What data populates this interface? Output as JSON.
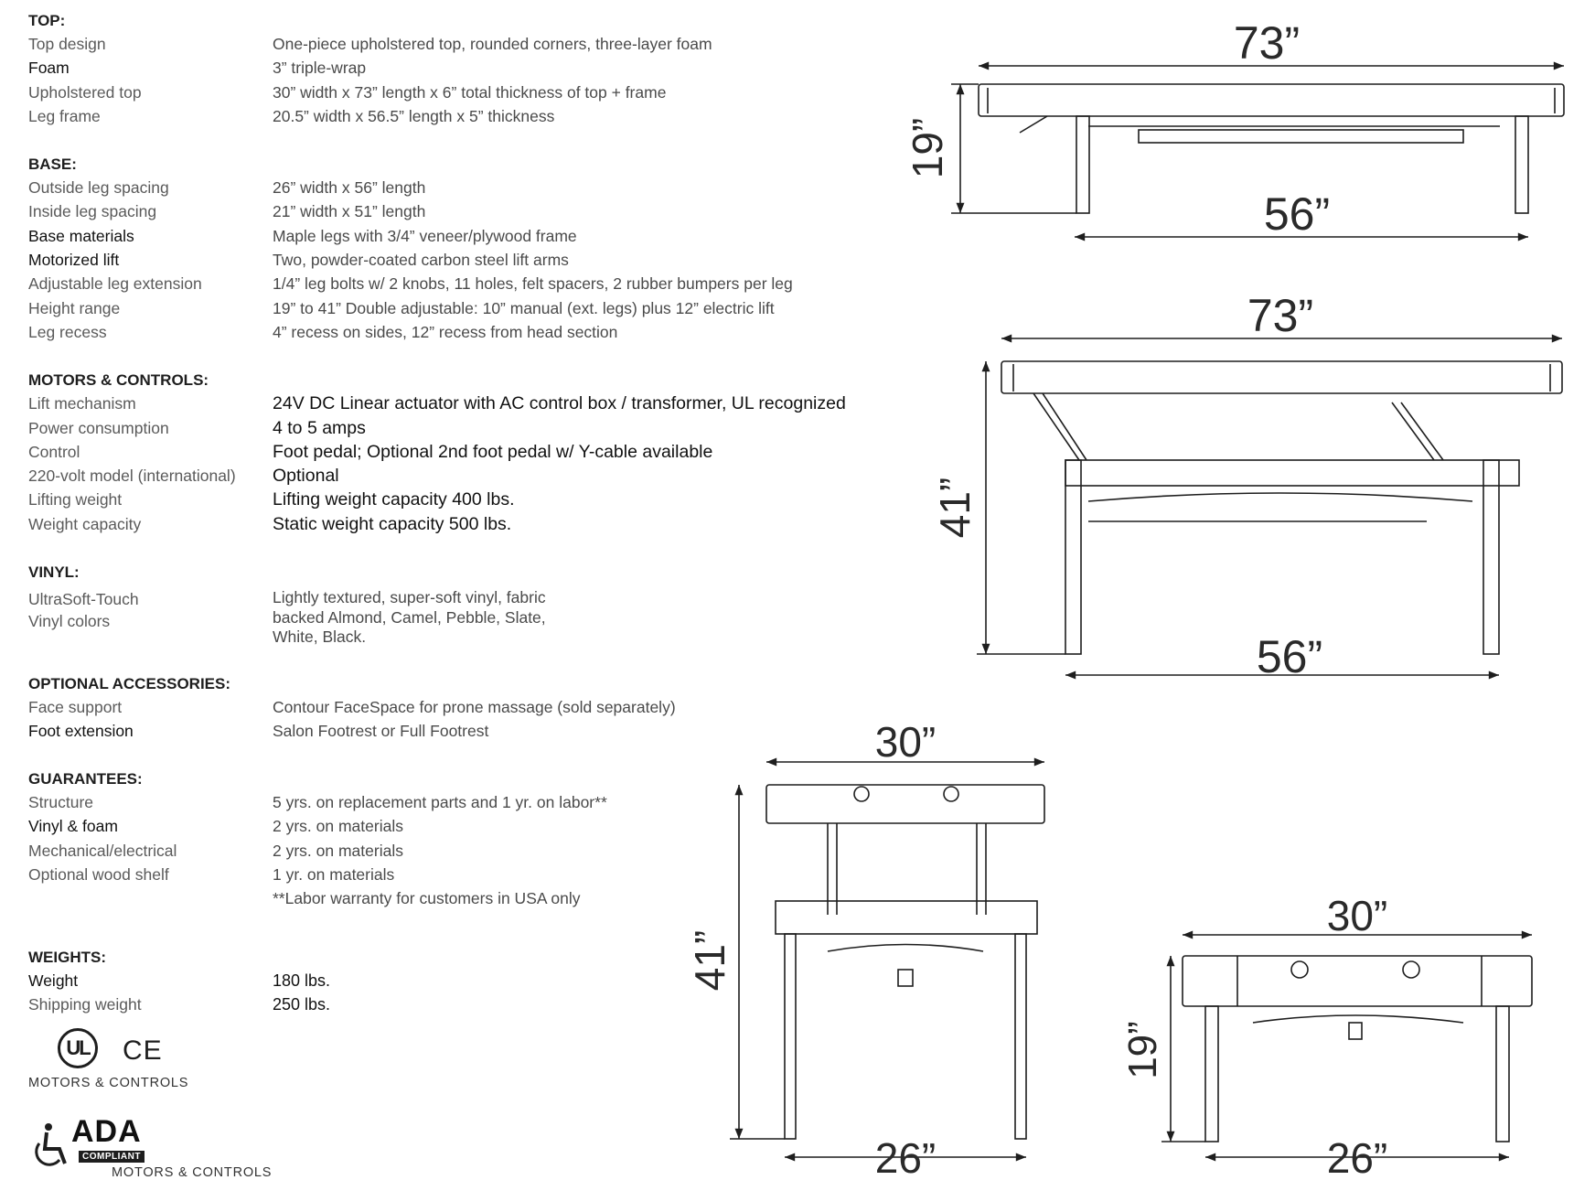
{
  "sections": {
    "top": {
      "title": "TOP:",
      "rows": [
        {
          "label": "Top design",
          "value": "One-piece upholstered top, rounded corners, three-layer foam"
        },
        {
          "label": "Foam",
          "value": "3” triple-wrap"
        },
        {
          "label": "Upholstered top",
          "value": "30” width x 73” length x 6” total thickness of top + frame"
        },
        {
          "label": "Leg frame",
          "value": "20.5” width x 56.5” length x 5” thickness"
        }
      ]
    },
    "base": {
      "title": "BASE:",
      "rows": [
        {
          "label": "Outside leg spacing",
          "value": "26” width x 56” length"
        },
        {
          "label": "Inside leg spacing",
          "value": "21” width x 51” length"
        },
        {
          "label": "Base materials",
          "value": "Maple legs with 3/4” veneer/plywood frame"
        },
        {
          "label": "Motorized lift",
          "value": "Two, powder-coated carbon steel lift arms"
        },
        {
          "label": "Adjustable leg extension",
          "value": "1/4” leg bolts w/ 2 knobs, 11 holes, felt spacers, 2 rubber bumpers per leg"
        },
        {
          "label": "Height range",
          "value": "19” to 41” Double adjustable: 10” manual (ext. legs) plus 12” electric lift"
        },
        {
          "label": "Leg recess",
          "value": "4” recess on sides, 12” recess from head section"
        }
      ]
    },
    "motors": {
      "title": "MOTORS & CONTROLS:",
      "rows": [
        {
          "label": "Lift mechanism",
          "value": "24V DC Linear actuator with AC control box / transformer, UL recognized"
        },
        {
          "label": "Power consumption",
          "value": "4 to 5 amps"
        },
        {
          "label": "Control",
          "value": "Foot pedal; Optional 2nd foot pedal w/ Y-cable available"
        },
        {
          "label": "220-volt model (international)",
          "value": "Optional"
        },
        {
          "label": "Lifting weight",
          "value": "Lifting weight capacity 400 lbs."
        },
        {
          "label": "Weight capacity",
          "value": "Static weight capacity 500 lbs."
        }
      ]
    },
    "vinyl": {
      "title": "VINYL:",
      "labels": [
        "UltraSoft-Touch",
        "Vinyl colors"
      ],
      "value_lines": [
        "Lightly textured, super-soft vinyl, fabric",
        "backed Almond, Camel, Pebble, Slate,",
        "White, Black."
      ]
    },
    "accessories": {
      "title": "OPTIONAL ACCESSORIES:",
      "rows": [
        {
          "label": "Face support",
          "value": "Contour FaceSpace for prone massage (sold separately)"
        },
        {
          "label": "Foot extension",
          "value": "Salon Footrest or Full Footrest"
        }
      ]
    },
    "guarantees": {
      "title": "GUARANTEES:",
      "rows": [
        {
          "label": "Structure",
          "value": "5 yrs. on replacement parts and 1 yr. on labor**"
        },
        {
          "label": "Vinyl & foam",
          "value": "2 yrs. on materials"
        },
        {
          "label": "Mechanical/electrical",
          "value": "2 yrs. on materials"
        },
        {
          "label": "Optional wood shelf",
          "value": "1 yr. on materials"
        },
        {
          "label": "",
          "value": "**Labor warranty for customers in USA only"
        }
      ]
    },
    "weights": {
      "title": "WEIGHTS:",
      "rows": [
        {
          "label": "Weight",
          "value": "180 lbs."
        },
        {
          "label": "Shipping weight",
          "value": "250 lbs."
        }
      ]
    }
  },
  "badges": {
    "ul": "UL",
    "ce": "CE",
    "ul_caption": "MOTORS & CONTROLS",
    "ada": "ADA",
    "ada_sub": "COMPLIANT",
    "ada_caption": "MOTORS & CONTROLS"
  },
  "drawings": {
    "side_low": {
      "length": "73”",
      "height": "19”",
      "leg_span": "56”"
    },
    "side_high": {
      "length": "73”",
      "height": "41”",
      "leg_span": "56”"
    },
    "end_high": {
      "width": "30”",
      "height": "41”",
      "leg_span": "26”"
    },
    "end_low": {
      "width": "30”",
      "height": "19”",
      "leg_span": "26”"
    }
  },
  "colors": {
    "line": "#1e1e1e",
    "label": "#5a5a5a",
    "heading": "#1e1e1e"
  }
}
